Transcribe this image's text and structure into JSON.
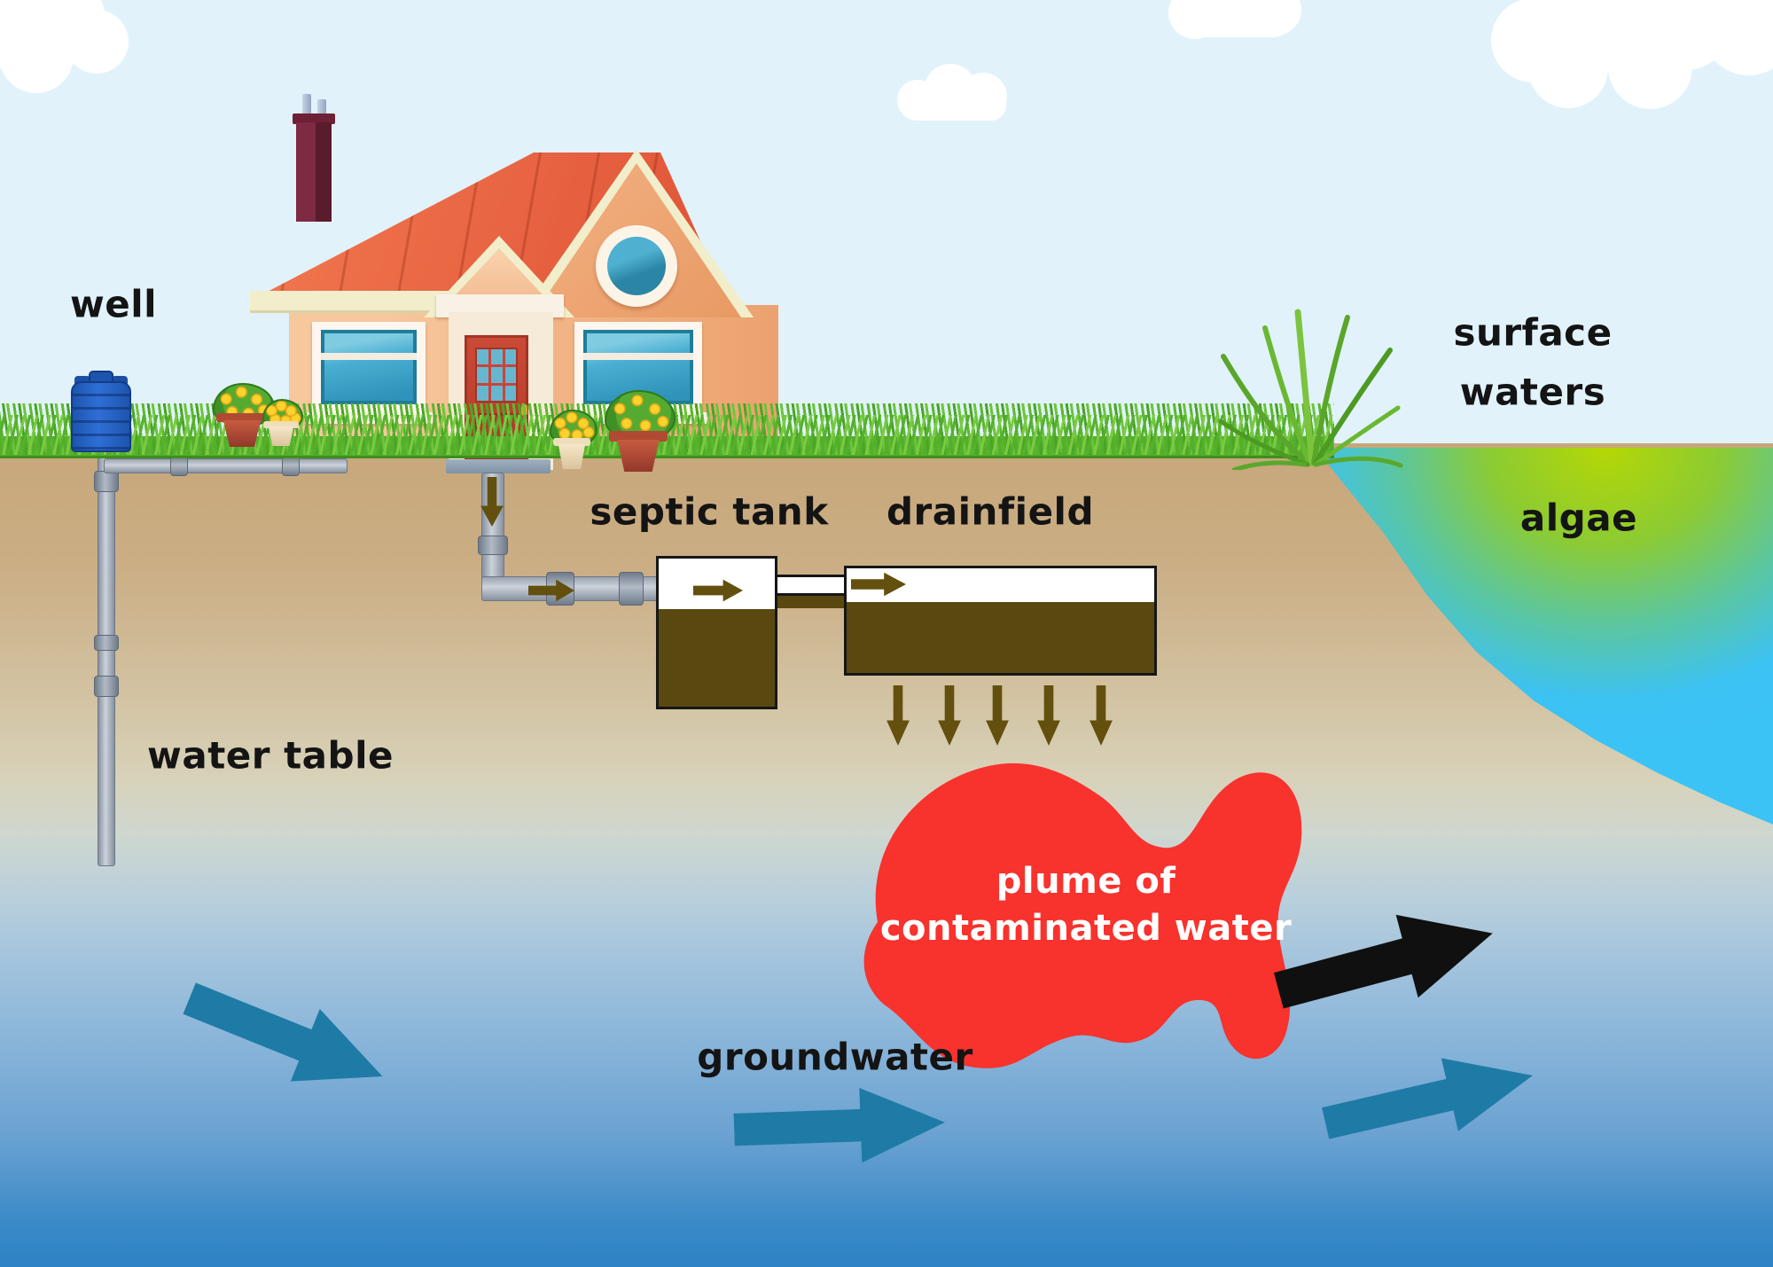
{
  "labels": {
    "well": "well",
    "water_table": "water table",
    "septic_tank": "septic tank",
    "drainfield": "drainfield",
    "groundwater": "groundwater",
    "surface_waters_line1": "surface",
    "surface_waters_line2": "waters",
    "algae": "algae"
  },
  "plume": {
    "line1": "plume of",
    "line2": "contaminated water"
  },
  "flow_arrows": {
    "groundwater_teal_count": 3,
    "contaminated_black_count": 1,
    "effluent_right_count": 3,
    "effluent_down_count": 6
  },
  "colors": {
    "sky": "#e1f2fb",
    "ground_tan": "#c7a77a",
    "groundwater_deep_blue": "#2d83c5",
    "pond_algae_green": "#b5d705",
    "pond_water_cyan": "#3cc2f3",
    "plume_red": "#f8322d",
    "flow_arrow_teal": "#1e7ba6",
    "flow_arrow_black": "#101010",
    "effluent_brown": "#594910",
    "pipe_gray": "#a8b0ba",
    "roof_orange": "#ee6f46",
    "wall_peach": "#f3b588",
    "trim_cream": "#f2eecb",
    "door_red": "#c24433",
    "window_teal": "#45aacb",
    "grass_green": "#5ab32e",
    "well_tank_blue": "#2a66c8",
    "chimney_maroon": "#6e2136"
  }
}
